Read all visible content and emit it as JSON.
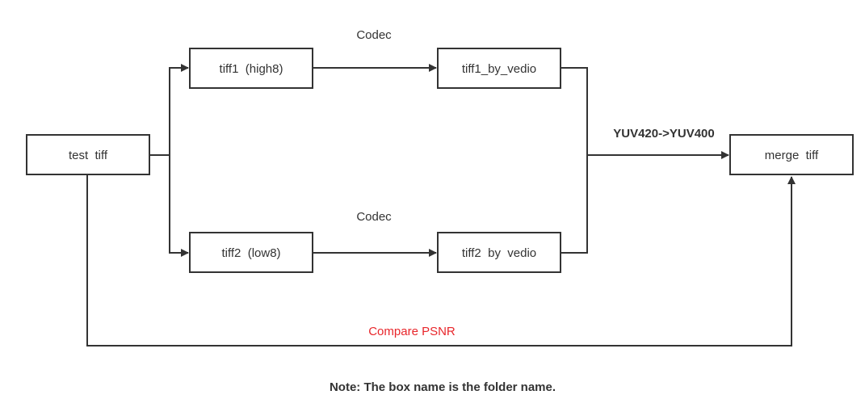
{
  "diagram": {
    "nodes": {
      "test_tiff": "test  tiff",
      "tiff1": "tiff1  (high8)",
      "tiff2": "tiff2  (low8)",
      "tiff1_by_vedio": "tiff1_by_vedio",
      "tiff2_by_vedio": "tiff2  by  vedio",
      "merge_tiff": "merge  tiff"
    },
    "edge_labels": {
      "codec_top": "Codec",
      "codec_bottom": "Codec",
      "yuv": "YUV420->YUV400",
      "compare": "Compare PSNR"
    },
    "note": "Note: The box name is the folder name.",
    "colors": {
      "line": "#333333",
      "compare_label": "#e8262b"
    }
  }
}
